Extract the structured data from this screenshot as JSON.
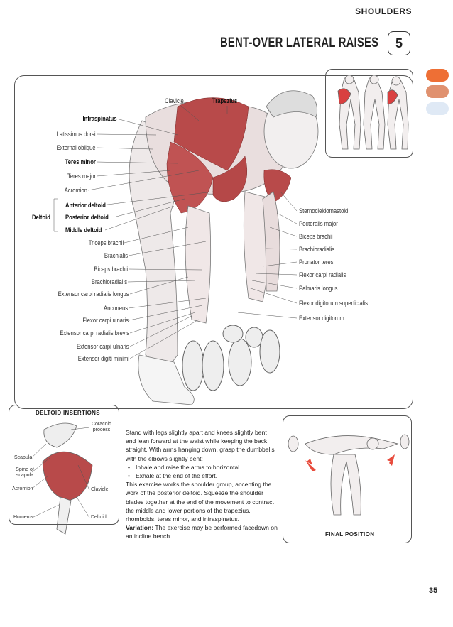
{
  "header": {
    "section": "SHOULDERS",
    "title": "BENT-OVER LATERAL RAISES",
    "number": "5"
  },
  "tab_colors": [
    "#ee6f35",
    "#e0916f",
    "#dfe9f5"
  ],
  "labels_left": [
    {
      "text": "Infraspinatus",
      "bold": true
    },
    {
      "text": "Latissimus dorsi",
      "bold": false
    },
    {
      "text": "External oblique",
      "bold": false
    },
    {
      "text": "Teres minor",
      "bold": true
    },
    {
      "text": "Teres major",
      "bold": false
    },
    {
      "text": "Acromion",
      "bold": false
    },
    {
      "text": "Anterior deltoid",
      "bold": true
    },
    {
      "text": "Posterior deltoid",
      "bold": true
    },
    {
      "text": "Middle deltoid",
      "bold": true
    },
    {
      "text": "Triceps brachii",
      "bold": false
    },
    {
      "text": "Brachialis",
      "bold": false
    },
    {
      "text": "Biceps brachii",
      "bold": false
    },
    {
      "text": "Brachioradialis",
      "bold": false
    },
    {
      "text": "Extensor carpi radialis longus",
      "bold": false
    },
    {
      "text": "Anconeus",
      "bold": false
    },
    {
      "text": "Flexor carpi ulnaris",
      "bold": false
    },
    {
      "text": "Extensor carpi radialis brevis",
      "bold": false
    },
    {
      "text": "Extensor carpi ulnaris",
      "bold": false
    },
    {
      "text": "Extensor digiti minimi",
      "bold": false
    }
  ],
  "deltoid_group": "Deltoid",
  "labels_top": {
    "clavicle": "Clavicle",
    "trapezius": "Trapezius"
  },
  "labels_right": [
    "Sternocleidomastoid",
    "Pectoralis major",
    "Biceps brachii",
    "Brachioradialis",
    "Pronator teres",
    "Flexor carpi radialis",
    "Palmaris longus",
    "Flexor digitorum superficialis",
    "Extensor digitorum"
  ],
  "insertions": {
    "title": "DELTOID INSERTIONS",
    "coracoid": "Coracoid process",
    "scapula": "Scapula",
    "spine_of_scapula": "Spine of scapula",
    "acromion": "Acromion",
    "clavicle": "Clavicle",
    "humerus": "Humerus",
    "deltoid": "Deltoid"
  },
  "description": {
    "intro": "Stand with legs slightly apart and knees slightly bent and lean forward at the waist while keeping the back straight. With arms hanging down, grasp the dumbbells with the elbows slightly bent:",
    "steps": [
      "Inhale and raise the arms to horizontal.",
      "Exhale at the end of the effort."
    ],
    "body": "This exercise works the shoulder group, accenting the work of the posterior deltoid. Squeeze the shoulder blades together at the end of the movement to contract the middle and lower portions of the trapezius, rhomboids, teres minor, and infraspinatus.",
    "variation_label": "Variation:",
    "variation_text": " The exercise may be performed facedown on an incline bench."
  },
  "final_position": "FINAL POSITION",
  "page_number": "35"
}
